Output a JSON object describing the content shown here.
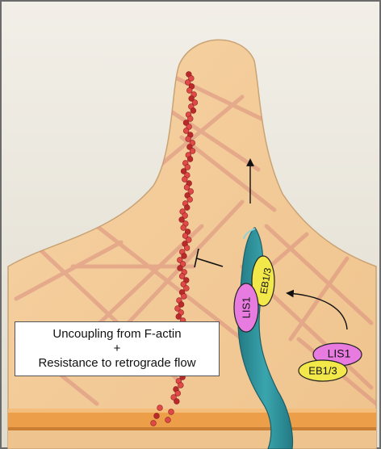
{
  "labels": {
    "lis1_bound": "LIS1",
    "eb13_bound": "EB1/3",
    "lis1_free": "LIS1",
    "eb13_free": "EB1/3"
  },
  "caption": {
    "line1": "Uncoupling from F-actin",
    "line2": "+",
    "line3": "Resistance to retrograde flow"
  },
  "colors": {
    "background": "#eae6dc",
    "cell": "#f3cc9b",
    "membrane": "#e8a24e",
    "actin_mesh": "#d98f7f",
    "actin_bundle": "#d43b3b",
    "microtubule": "#2e8e98",
    "lis1": "#e87be0",
    "eb13": "#f3e84a"
  }
}
